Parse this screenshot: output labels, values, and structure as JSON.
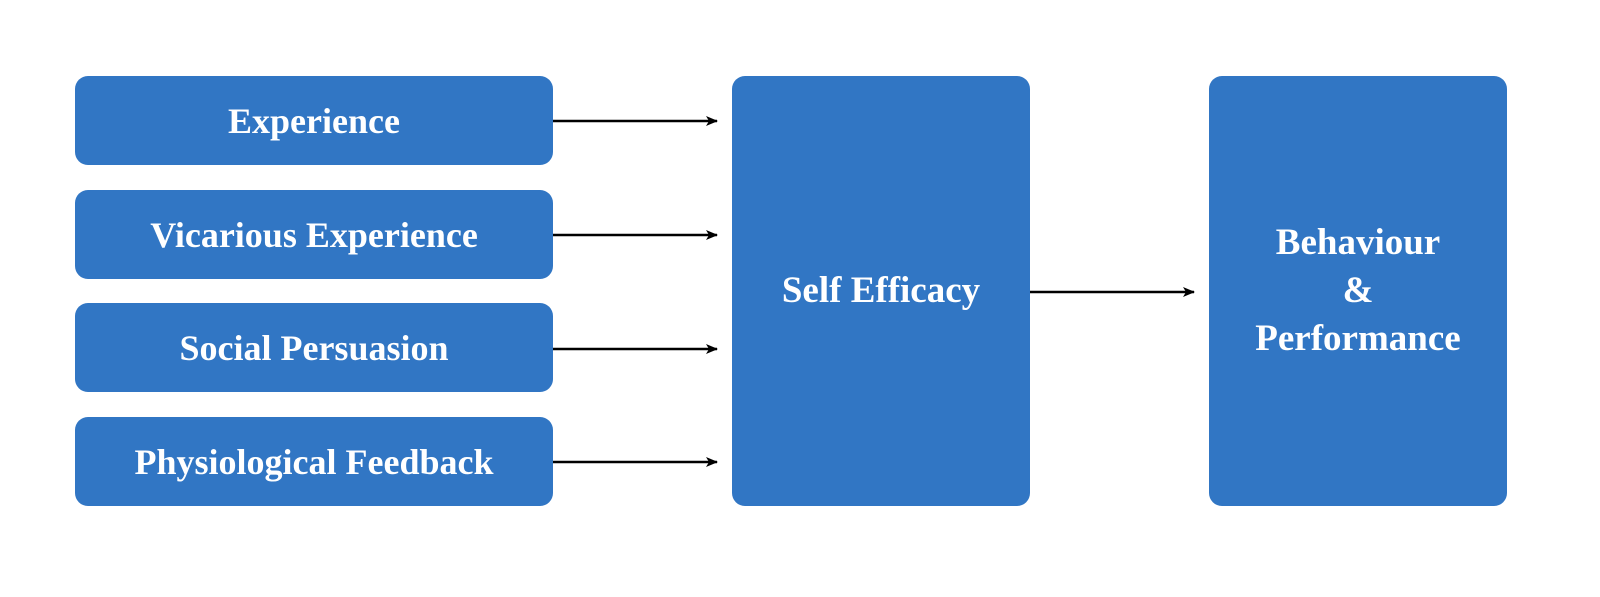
{
  "diagram": {
    "title": "",
    "colors": {
      "box_fill": "#3176c4",
      "box_text": "#ffffff",
      "arrow": "#000000"
    },
    "sources": [
      {
        "id": "experience",
        "label": "Experience"
      },
      {
        "id": "vicarious-experience",
        "label": "Vicarious Experience"
      },
      {
        "id": "social-persuasion",
        "label": "Social Persuasion"
      },
      {
        "id": "physiological-feedback",
        "label": "Physiological Feedback"
      }
    ],
    "mediator": {
      "id": "self-efficacy",
      "label": "Self Efficacy"
    },
    "outcome": {
      "id": "behaviour-performance",
      "lines": [
        "Behaviour",
        "&",
        "Performance"
      ]
    },
    "edges": [
      {
        "from": "experience",
        "to": "self-efficacy"
      },
      {
        "from": "vicarious-experience",
        "to": "self-efficacy"
      },
      {
        "from": "social-persuasion",
        "to": "self-efficacy"
      },
      {
        "from": "physiological-feedback",
        "to": "self-efficacy"
      },
      {
        "from": "self-efficacy",
        "to": "behaviour-performance"
      }
    ]
  }
}
